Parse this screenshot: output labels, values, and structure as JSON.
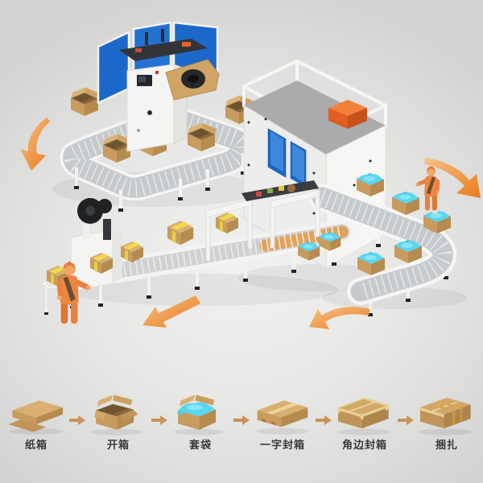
{
  "colors": {
    "accent_orange": "#ED8A2F",
    "panel_blue": "#1E66C6",
    "cardboard_tan": "#CEA265",
    "bag_cyan": "#55D0ED",
    "machine_white": "#F3F3F1",
    "conveyor_gray": "#C7CACD",
    "background_gray": "#E3E3E1",
    "label_text": "#3B3B3B"
  },
  "scene": {
    "elements": [
      {
        "name": "case-erector-station"
      },
      {
        "name": "safety-glass-panels"
      },
      {
        "name": "carton-loop-conveyor"
      },
      {
        "name": "bagging-machine-cabin"
      },
      {
        "name": "output-conveyor-u"
      },
      {
        "name": "sealing-strapping-line"
      },
      {
        "name": "strapping-machine"
      },
      {
        "name": "worker-left"
      },
      {
        "name": "worker-right"
      },
      {
        "name": "flow-arrow-top-left"
      },
      {
        "name": "flow-arrow-top-right"
      },
      {
        "name": "flow-arrow-mid-left"
      },
      {
        "name": "flow-arrow-mid-right"
      }
    ]
  },
  "process": {
    "arrow_icon": "step-arrow-icon",
    "steps": [
      {
        "label": "纸箱",
        "icon": "flat-carton-icon"
      },
      {
        "label": "开箱",
        "icon": "opened-box-icon"
      },
      {
        "label": "套袋",
        "icon": "bag-lined-box-icon"
      },
      {
        "label": "一字封箱",
        "icon": "center-taped-box-icon"
      },
      {
        "label": "角边封箱",
        "icon": "edge-taped-box-icon"
      },
      {
        "label": "捆扎",
        "icon": "strapped-box-icon"
      }
    ]
  }
}
